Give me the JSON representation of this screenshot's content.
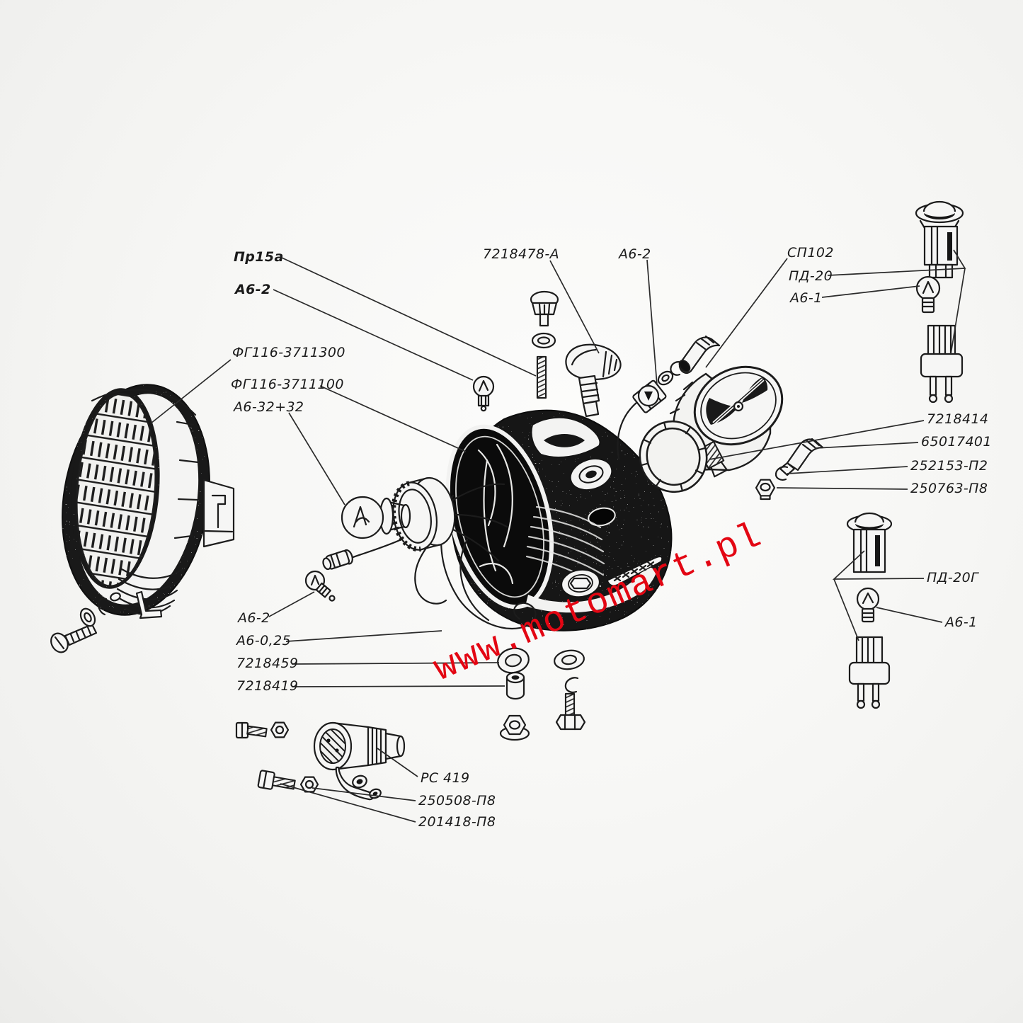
{
  "diagram": {
    "kind": "exploded-parts-diagram",
    "subject": "headlight assembly with speedometer and pilot lamps",
    "language": "ru"
  },
  "labels": [
    {
      "id": "pr15a",
      "text": "Пр15а"
    },
    {
      "id": "a6-2-topleft",
      "text": "А6-2"
    },
    {
      "id": "fg116-3711300",
      "text": "ФГ116-3711300"
    },
    {
      "id": "fg116-3711100",
      "text": "ФГ116-3711100"
    },
    {
      "id": "a6-32-32",
      "text": "А6-32+32"
    },
    {
      "id": "7218478-a",
      "text": "7218478-А"
    },
    {
      "id": "a6-2-topmid",
      "text": "А6-2"
    },
    {
      "id": "sp102",
      "text": "СП102"
    },
    {
      "id": "pd-20",
      "text": "ПД-20"
    },
    {
      "id": "a6-1-top",
      "text": "А6-1"
    },
    {
      "id": "7218414",
      "text": "7218414"
    },
    {
      "id": "65017401",
      "text": "65017401"
    },
    {
      "id": "252153-p2",
      "text": "252153-П2"
    },
    {
      "id": "250763-p8",
      "text": "250763-П8"
    },
    {
      "id": "pd-20g",
      "text": "ПД-20Г"
    },
    {
      "id": "a6-1-bottom",
      "text": "А6-1"
    },
    {
      "id": "a6-2-bottom",
      "text": "А6-2"
    },
    {
      "id": "a6-025",
      "text": "А6-0,25"
    },
    {
      "id": "7218459",
      "text": "7218459"
    },
    {
      "id": "7218419",
      "text": "7218419"
    },
    {
      "id": "rs419",
      "text": "РС 419"
    },
    {
      "id": "250508-p8",
      "text": "250508-П8"
    },
    {
      "id": "201418-p8",
      "text": "201418-П8"
    }
  ],
  "watermark": {
    "text": "www.motomart.pl",
    "color": "#e30613"
  }
}
